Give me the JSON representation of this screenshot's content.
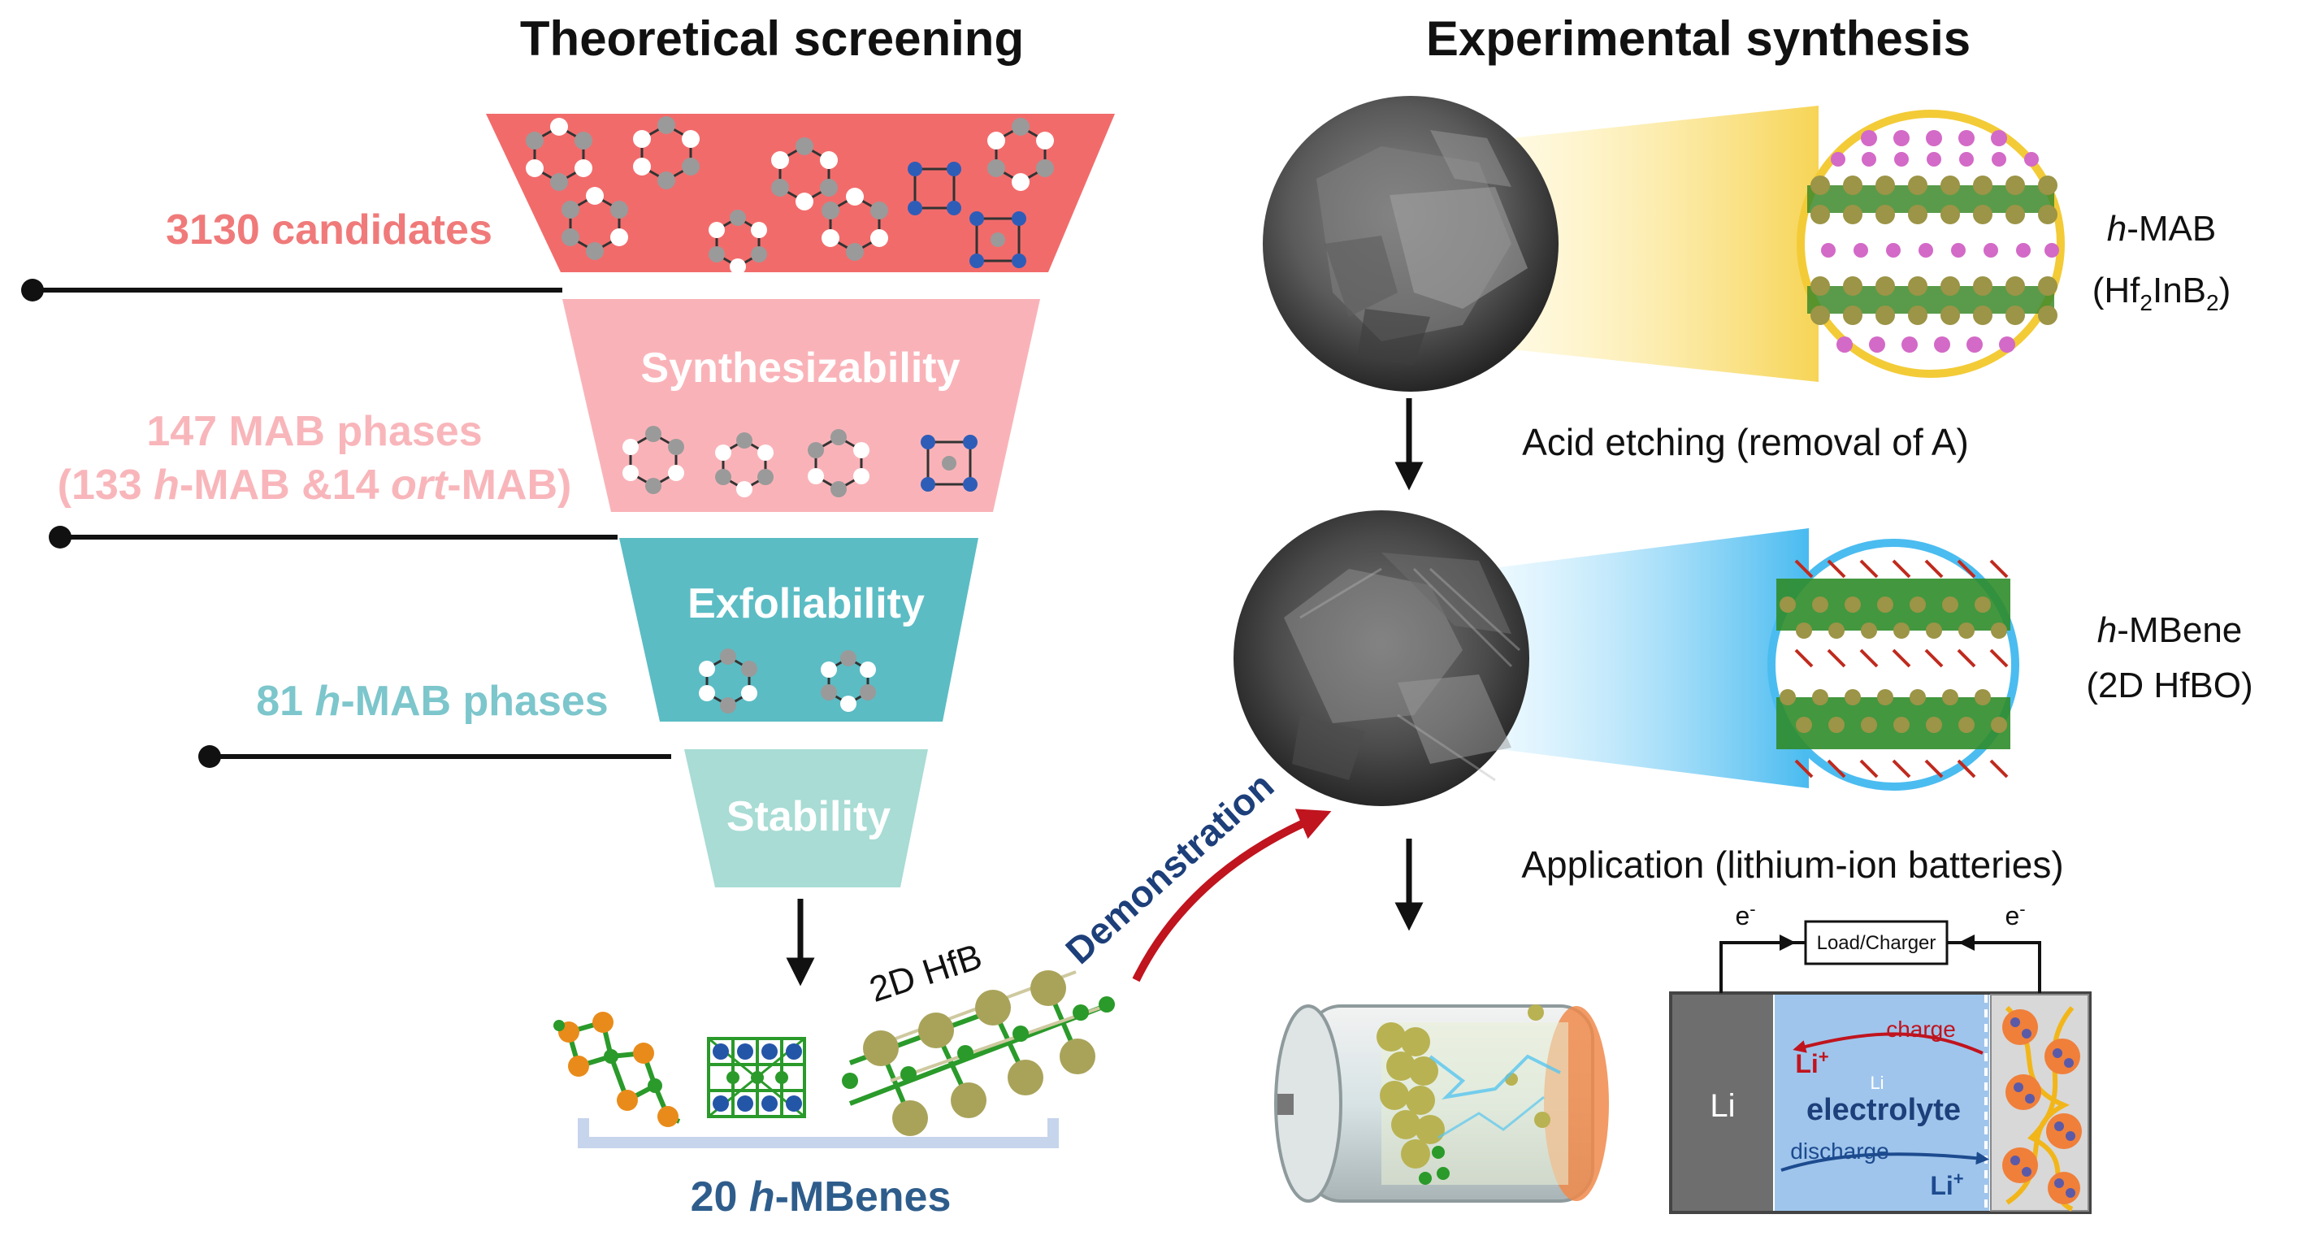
{
  "titles": {
    "left": "Theoretical screening",
    "right": "Experimental synthesis"
  },
  "funnel": {
    "stage1_count": "3130 candidates",
    "stage2_label": "Synthesizability",
    "stage2_count_line1": "147 MAB phases",
    "stage2_count_line2_a": "(133 ",
    "stage2_count_line2_b": "h",
    "stage2_count_line2_c": "-MAB &14 ",
    "stage2_count_line2_d": "ort",
    "stage2_count_line2_e": "-MAB)",
    "stage3_label": "Exfoliability",
    "stage3_count_a": "81 ",
    "stage3_count_b": "h",
    "stage3_count_c": "-MAB phases",
    "stage4_label": "Stability",
    "result_a": "20 ",
    "result_b": "h",
    "result_c": "-MBenes",
    "structure_label": "2D HfB",
    "demonstration": "Demonstration"
  },
  "colors": {
    "stage1": "#f26b6b",
    "stage1_text": "#f07a7a",
    "stage2": "#f9b3b8",
    "stage2_text": "#f8b6bb",
    "stage3": "#5bbcc4",
    "stage3_text": "#7cc6cc",
    "stage4": "#a8dcd4",
    "result_text": "#2e5d8c",
    "arrow_red": "#c0141e"
  },
  "synthesis": {
    "mab_label_a": "h",
    "mab_label_b": "-MAB",
    "mab_formula_a": "(Hf",
    "mab_formula_sub1": "2",
    "mab_formula_b": "InB",
    "mab_formula_sub2": "2",
    "mab_formula_c": ")",
    "step1": "Acid etching (removal of A)",
    "mbene_label_a": "h",
    "mbene_label_b": "-MBene",
    "mbene_formula": "(2D HfBO)",
    "step2": "Application (lithium-ion batteries)"
  },
  "battery": {
    "load": "Load/Charger",
    "electron": "e",
    "electron_sup": "-",
    "li_electrode": "Li",
    "charge": "charge",
    "discharge": "discharge",
    "li_ion": "Li",
    "li_ion_sup": "+",
    "li_small": "Li",
    "electrolyte": "electrolyte"
  }
}
